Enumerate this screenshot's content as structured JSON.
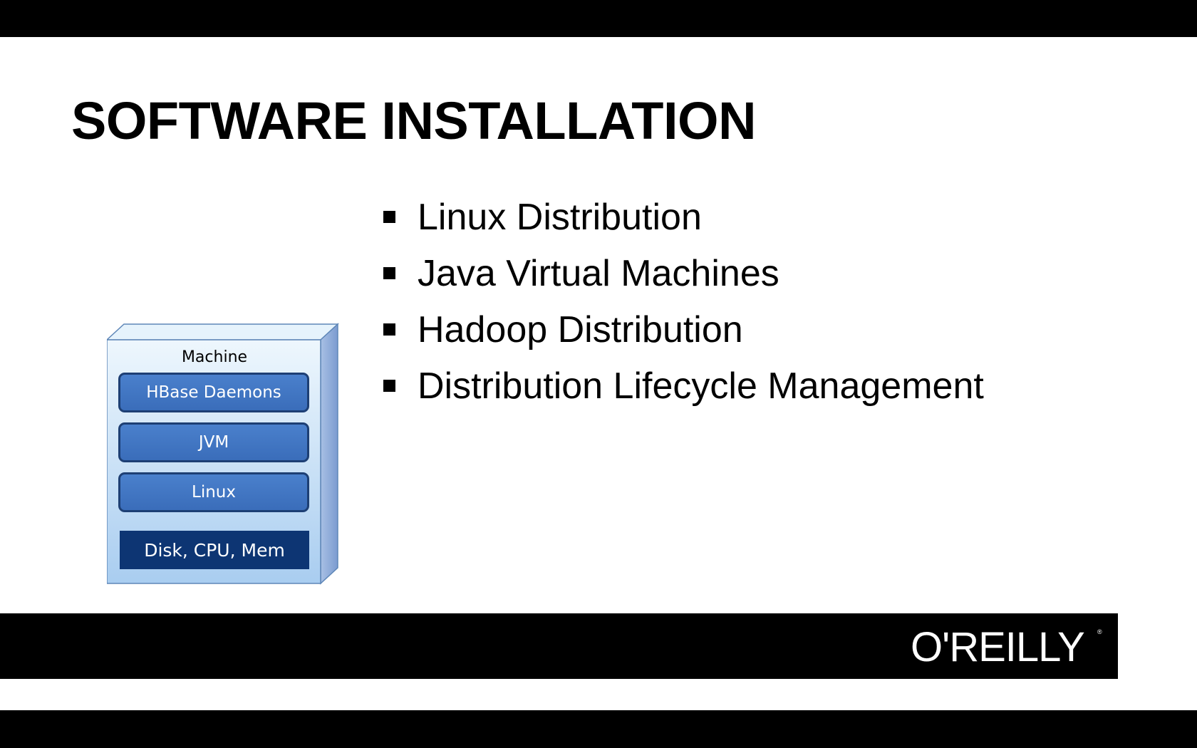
{
  "slide": {
    "title": "SOFTWARE INSTALLATION",
    "bullets": [
      "Linux Distribution",
      "Java Virtual Machines",
      "Hadoop Distribution",
      "Distribution Lifecycle Management"
    ]
  },
  "diagram": {
    "container_label": "Machine",
    "layers": [
      "HBase Daemons",
      "JVM",
      "Linux",
      "Disk, CPU, Mem"
    ],
    "colors": {
      "box_face": "#dbeefa",
      "box_side": "#8aa8d6",
      "layer_fill": "#3e72c0",
      "layer_border": "#1d3f74",
      "hardware_fill": "#0d3573"
    }
  },
  "footer": {
    "logo_text": "O'REILLY"
  }
}
